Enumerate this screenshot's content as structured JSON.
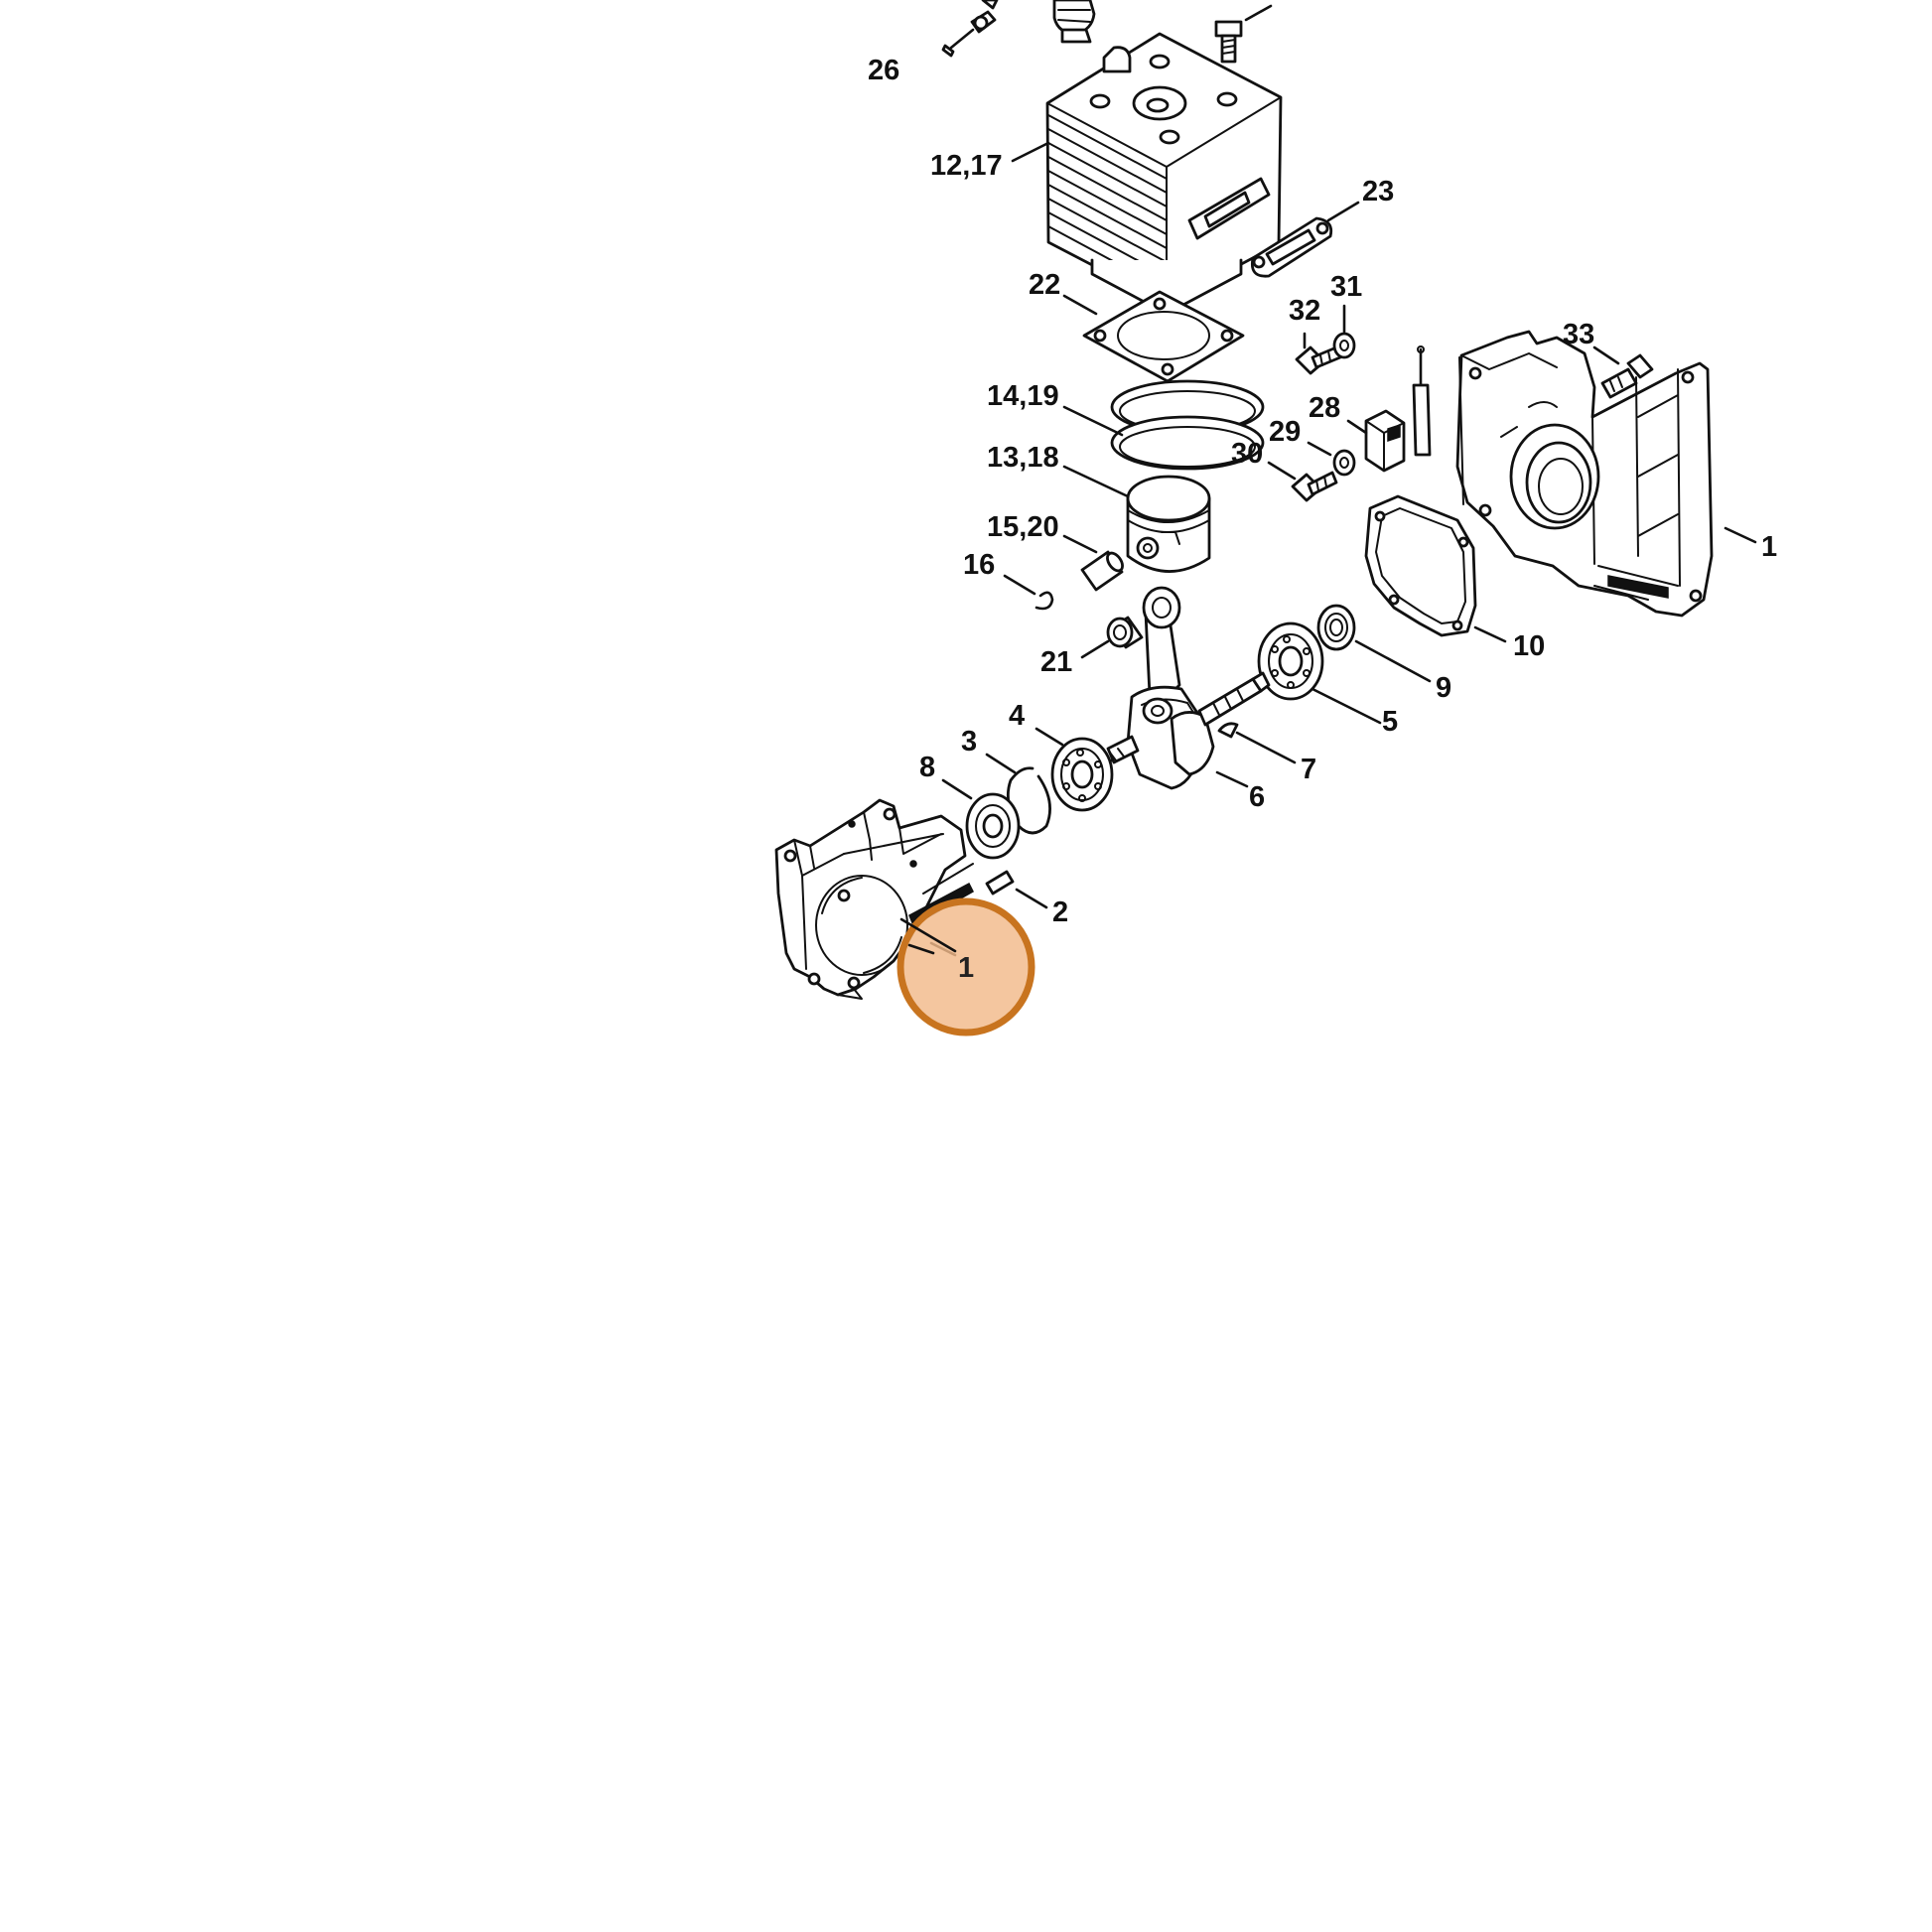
{
  "diagram": {
    "callouts": [
      {
        "id": "26",
        "text": "26"
      },
      {
        "id": "12-17",
        "text": "12,17"
      },
      {
        "id": "23",
        "text": "23"
      },
      {
        "id": "22",
        "text": "22"
      },
      {
        "id": "32",
        "text": "32"
      },
      {
        "id": "31",
        "text": "31"
      },
      {
        "id": "33",
        "text": "33"
      },
      {
        "id": "14-19",
        "text": "14,19"
      },
      {
        "id": "28",
        "text": "28"
      },
      {
        "id": "29",
        "text": "29"
      },
      {
        "id": "30",
        "text": "30"
      },
      {
        "id": "13-18",
        "text": "13,18"
      },
      {
        "id": "15-20",
        "text": "15,20"
      },
      {
        "id": "16",
        "text": "16"
      },
      {
        "id": "1-right",
        "text": "1"
      },
      {
        "id": "10",
        "text": "10"
      },
      {
        "id": "21",
        "text": "21"
      },
      {
        "id": "9",
        "text": "9"
      },
      {
        "id": "5",
        "text": "5"
      },
      {
        "id": "4",
        "text": "4"
      },
      {
        "id": "3",
        "text": "3"
      },
      {
        "id": "7",
        "text": "7"
      },
      {
        "id": "8",
        "text": "8"
      },
      {
        "id": "6",
        "text": "6"
      },
      {
        "id": "2",
        "text": "2"
      },
      {
        "id": "1-highlighted",
        "text": "1"
      }
    ],
    "highlight": {
      "callout": "1-highlighted",
      "ring_color": "#c8741f",
      "fill_color": "#f2b98a"
    }
  }
}
